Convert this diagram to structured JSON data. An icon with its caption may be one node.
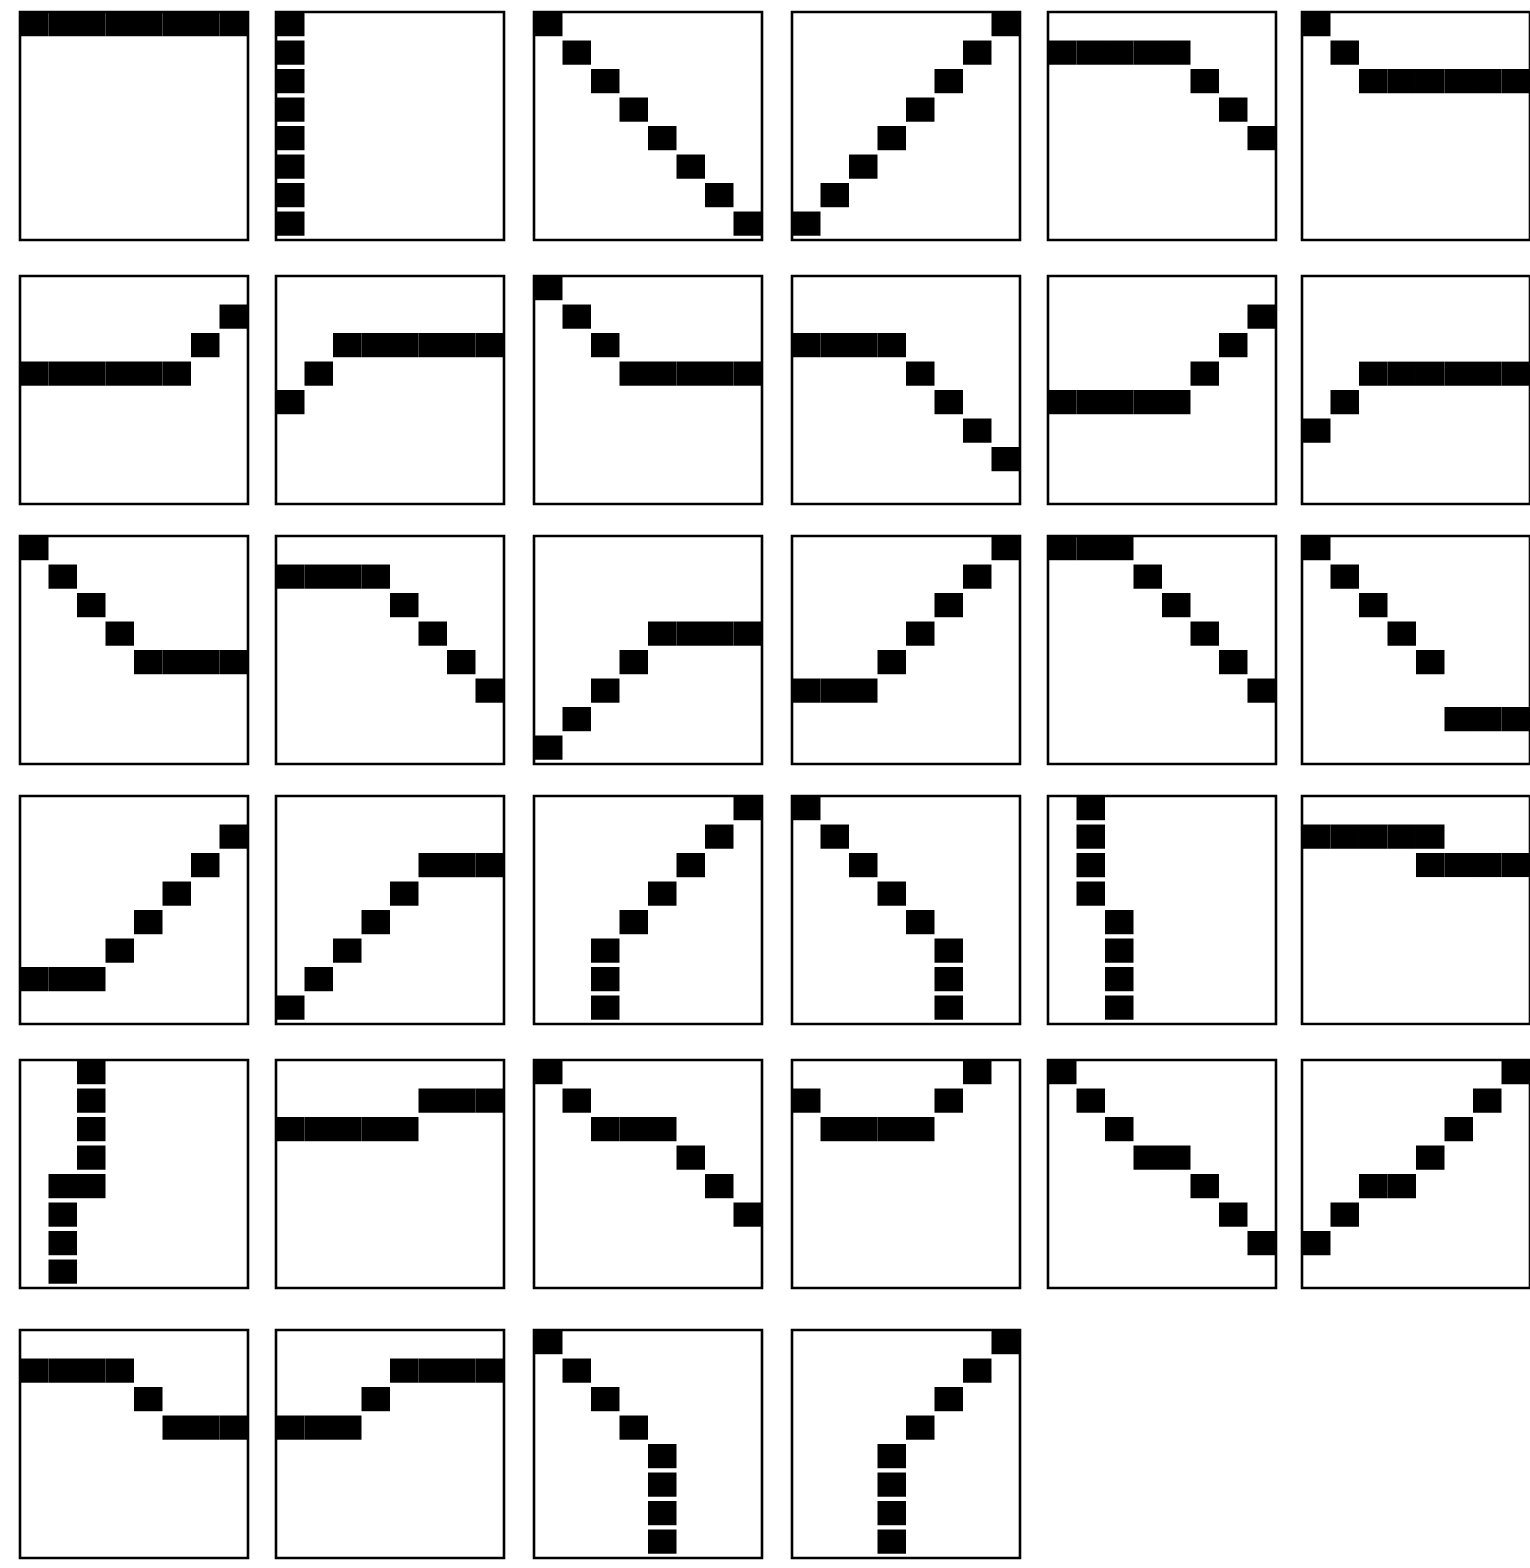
{
  "diagram": {
    "nodes": [
      {
        "text": [],
        "shape": "box"
      },
      {
        "text": [],
        "shape": "box"
      },
      {
        "text": [],
        "shape": "box"
      },
      {
        "text": [],
        "shape": "box"
      },
      {
        "text": [],
        "shape": "box"
      },
      {
        "text": [],
        "shape": "box"
      },
      {
        "text": [],
        "shape": "box"
      },
      {
        "text": [],
        "shape": "box"
      },
      {
        "text": [],
        "shape": "box"
      },
      {
        "text": [],
        "shape": "box"
      },
      {
        "text": [],
        "shape": "box"
      },
      {
        "text": [],
        "shape": "box"
      },
      {
        "text": [],
        "shape": "box"
      },
      {
        "text": [],
        "shape": "box"
      },
      {
        "text": [],
        "shape": "box"
      },
      {
        "text": [],
        "shape": "box"
      },
      {
        "text": [],
        "shape": "box"
      },
      {
        "text": [],
        "shape": "box"
      },
      {
        "text": [],
        "shape": "box"
      },
      {
        "text": [],
        "shape": "box"
      },
      {
        "text": [],
        "shape": "box"
      },
      {
        "text": [],
        "shape": "box"
      },
      {
        "text": [],
        "shape": "box"
      },
      {
        "text": [],
        "shape": "box"
      },
      {
        "text": [],
        "shape": "box"
      },
      {
        "text": [],
        "shape": "box"
      },
      {
        "text": [],
        "shape": "box"
      },
      {
        "text": [],
        "shape": "box"
      },
      {
        "text": [],
        "shape": "box"
      },
      {
        "text": [],
        "shape": "box"
      },
      {
        "text": [],
        "shape": "box"
      },
      {
        "text": [],
        "shape": "box"
      },
      {
        "text": [],
        "shape": "box"
      },
      {
        "text": [],
        "shape": "box"
      }
    ]
  }
}
